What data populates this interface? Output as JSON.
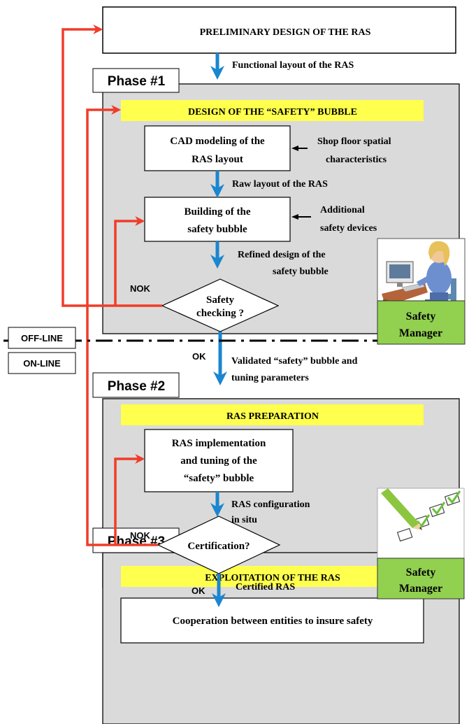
{
  "top_box": {
    "title": "PRELIMINARY DESIGN OF THE RAS"
  },
  "labels": {
    "functional_layout": "Functional layout of the RAS",
    "raw_layout": "Raw layout of the RAS",
    "refined_design_1": "Refined design of the",
    "refined_design_2": "safety bubble",
    "validated_1": "Validated “safety” bubble and",
    "validated_2": "tuning parameters",
    "ras_config_1": "RAS configuration",
    "ras_config_2": "in situ",
    "certified": "Certified RAS",
    "shop_floor_1": "Shop floor spatial",
    "shop_floor_2": "characteristics",
    "additional_1": "Additional",
    "additional_2": "safety devices"
  },
  "phases": {
    "phase1": {
      "tab": "Phase #1",
      "banner": "DESIGN OF THE “SAFETY” BUBBLE",
      "cad_1": "CAD modeling of the",
      "cad_2": "RAS layout",
      "building_1": "Building of the",
      "building_2": "safety bubble",
      "decision_1": "Safety",
      "decision_2": "checking ?",
      "nok": "NOK"
    },
    "phase2": {
      "tab": "Phase #2",
      "banner": "RAS PREPARATION",
      "impl_1": "RAS implementation",
      "impl_2": "and tuning of the",
      "impl_3": "“safety” bubble",
      "decision": "Certification?",
      "nok": "NOK"
    },
    "phase3": {
      "tab": "Phase #3",
      "banner": "EXPLOITATION OF THE RAS",
      "coop": "Cooperation between entities to insure safety"
    }
  },
  "ok_labels": {
    "ok1": "OK",
    "ok2": "OK"
  },
  "divider": {
    "offline": "OFF-LINE",
    "online": "ON-LINE"
  },
  "managers": {
    "m1_line1": "Safety",
    "m1_line2": "Manager",
    "m2_line1": "Safety",
    "m2_line2": "Manager"
  },
  "colors": {
    "phase_fill": "#dadada",
    "banner": "#ffff4d",
    "arrow_blue": "#1a86cf",
    "arrow_red": "#f03c28",
    "manager_green": "#92d050"
  }
}
